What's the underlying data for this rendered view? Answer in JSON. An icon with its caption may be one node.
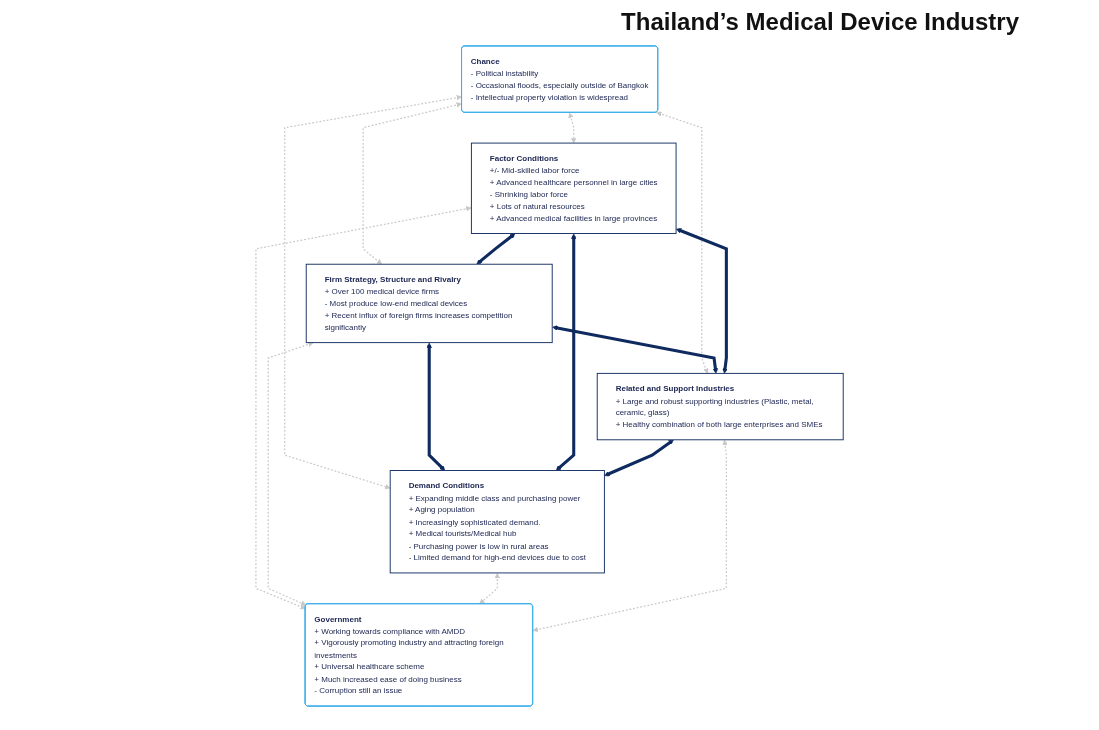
{
  "diagram": {
    "title": "Thailand’s Medical Device Industry",
    "nodes": [
      {
        "text": [
          "Chance",
          "- Political instability",
          "- Occasional floods, especially outside of Bangkok",
          "- Intellectual property violation is widespread"
        ]
      },
      {
        "text": [
          "Firm Strategy, Structure and Rivalry",
          "+ Over 100 medical device firms",
          "- Most produce low-end medical devices",
          "+ Recent influx of foreign firms increases competition significantly"
        ]
      },
      {
        "text": [
          "Factor Conditions",
          "+/- Mid-skilled labor force",
          "+ Advanced healthcare personnel in large cities",
          "- Shrinking labor force",
          "+ Lots of natural resources",
          "+ Advanced medical facilities in large provinces"
        ]
      },
      {
        "text": [
          "Demand Conditions",
          "+ Expanding middle class and purchasing power",
          "+ Aging population",
          "+ Increasingly sophisticated demand.",
          "+ Medical tourists/Medical hub",
          "- Purchasing power is low in rural areas",
          "- Limited demand for high-end devices due to cost"
        ]
      },
      {
        "text": [
          "Related and Support Industries",
          "+ Large and robust supporting industries (Plastic, metal, ceramic, glass)",
          "+ Healthy combination of both large enterprises and SMEs"
        ]
      },
      {
        "text": [
          "Government",
          "+ Working towards compliance with AMDD",
          "+ Vigorously promoting industry and attracting foreign investments",
          "+ Universal healthcare scheme",
          "+ Much increased ease of doing business",
          "- Corruption still an issue"
        ]
      }
    ],
    "edges": [
      {
        "from": 0,
        "to": 1,
        "arrow": "both",
        "style": "dashed"
      },
      {
        "from": 0,
        "to": 2,
        "arrow": "both",
        "style": "dashed"
      },
      {
        "from": 0,
        "to": 3,
        "arrow": "both",
        "style": "dashed"
      },
      {
        "from": 0,
        "to": 4,
        "arrow": "both",
        "style": "dashed"
      },
      {
        "from": 2,
        "to": 1,
        "arrow": "both",
        "style": "thick",
        "color": "#0f2a5e"
      },
      {
        "from": 1,
        "to": 3,
        "arrow": "both",
        "style": "thick",
        "color": "#0f2a5e"
      },
      {
        "from": 2,
        "to": 3,
        "arrow": "both",
        "style": "thick",
        "color": "#0f2a5e"
      },
      {
        "from": 1,
        "to": 4,
        "arrow": "both",
        "style": "thick",
        "color": "#0f2a5e"
      },
      {
        "from": 2,
        "to": 4,
        "arrow": "both",
        "style": "thick",
        "color": "#0f2a5e"
      },
      {
        "from": 4,
        "to": 3,
        "arrow": "both",
        "style": "thick",
        "color": "#0f2a5e"
      },
      {
        "from": 2,
        "to": 5,
        "arrow": "both",
        "style": "dashed"
      },
      {
        "from": 1,
        "to": 5,
        "arrow": "both",
        "style": "dashed"
      },
      {
        "from": 3,
        "to": 5,
        "arrow": "both",
        "style": "dashed"
      },
      {
        "from": 4,
        "to": 5,
        "arrow": "both",
        "style": "dashed"
      }
    ]
  }
}
